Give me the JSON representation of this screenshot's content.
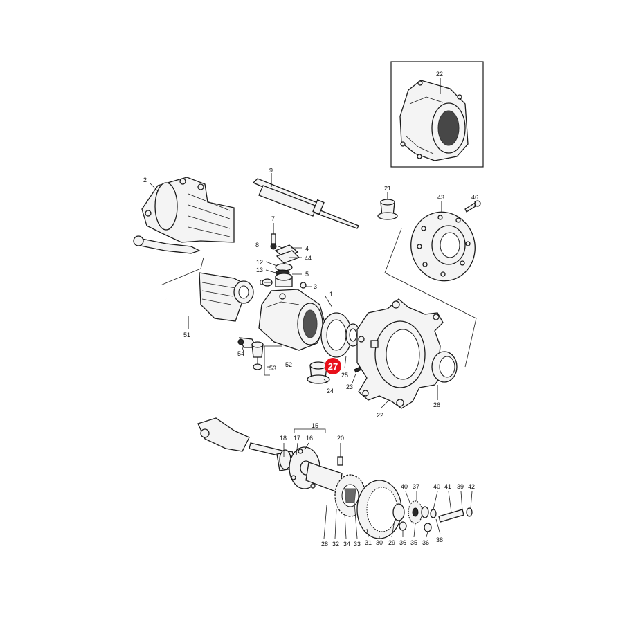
{
  "callouts": [
    {
      "id": "c22a",
      "text": "22"
    },
    {
      "id": "c2",
      "text": "2"
    },
    {
      "id": "c9",
      "text": "9"
    },
    {
      "id": "c21",
      "text": "21"
    },
    {
      "id": "c43",
      "text": "43"
    },
    {
      "id": "c46",
      "text": "46"
    },
    {
      "id": "c7",
      "text": "7"
    },
    {
      "id": "c8",
      "text": "8"
    },
    {
      "id": "c4",
      "text": "4"
    },
    {
      "id": "c44",
      "text": "44"
    },
    {
      "id": "c12",
      "text": "12"
    },
    {
      "id": "c13",
      "text": "13"
    },
    {
      "id": "c5",
      "text": "5"
    },
    {
      "id": "c6",
      "text": "6"
    },
    {
      "id": "c3",
      "text": "3"
    },
    {
      "id": "c1",
      "text": "1"
    },
    {
      "id": "c51",
      "text": "51"
    },
    {
      "id": "c54",
      "text": "54"
    },
    {
      "id": "c52",
      "text": "52"
    },
    {
      "id": "c53",
      "text": "53"
    },
    {
      "id": "c25",
      "text": "25"
    },
    {
      "id": "c24",
      "text": "24"
    },
    {
      "id": "c23",
      "text": "23"
    },
    {
      "id": "c22b",
      "text": "22"
    },
    {
      "id": "c26",
      "text": "26"
    },
    {
      "id": "c15",
      "text": "15"
    },
    {
      "id": "c18",
      "text": "18"
    },
    {
      "id": "c17",
      "text": "17"
    },
    {
      "id": "c16",
      "text": "16"
    },
    {
      "id": "c20",
      "text": "20"
    },
    {
      "id": "c40a",
      "text": "40"
    },
    {
      "id": "c37",
      "text": "37"
    },
    {
      "id": "c40b",
      "text": "40"
    },
    {
      "id": "c41",
      "text": "41"
    },
    {
      "id": "c39",
      "text": "39"
    },
    {
      "id": "c42",
      "text": "42"
    },
    {
      "id": "c28",
      "text": "28"
    },
    {
      "id": "c32",
      "text": "32"
    },
    {
      "id": "c34",
      "text": "34"
    },
    {
      "id": "c33",
      "text": "33"
    },
    {
      "id": "c31",
      "text": "31"
    },
    {
      "id": "c30",
      "text": "30"
    },
    {
      "id": "c29",
      "text": "29"
    },
    {
      "id": "c36a",
      "text": "36"
    },
    {
      "id": "c35",
      "text": "35"
    },
    {
      "id": "c36b",
      "text": "36"
    },
    {
      "id": "c38",
      "text": "38"
    }
  ],
  "highlight": {
    "text": "27",
    "color": "#e8101a",
    "text_color": "#ffffff"
  },
  "colors": {
    "line": "#1a1a1a",
    "background": "#ffffff"
  }
}
